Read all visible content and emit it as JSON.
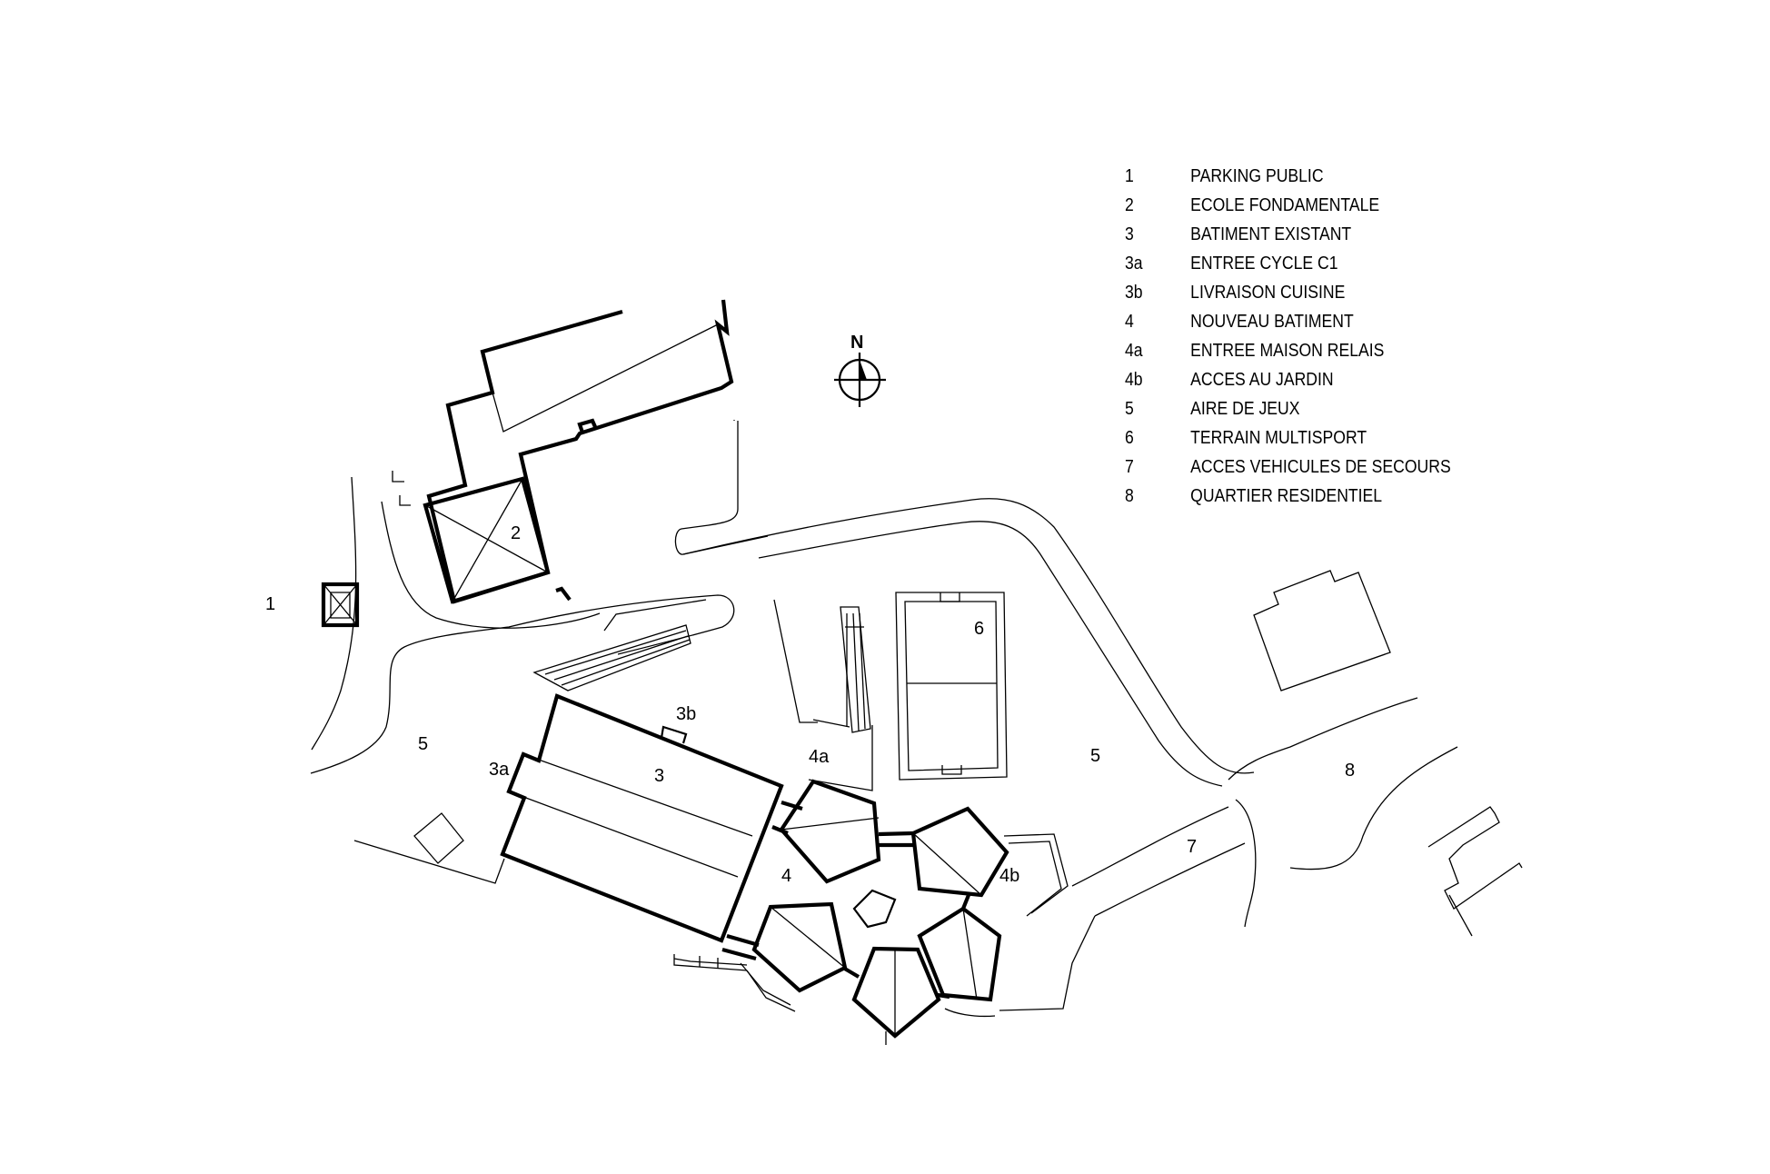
{
  "legend": [
    {
      "id": "1",
      "text": "PARKING PUBLIC"
    },
    {
      "id": "2",
      "text": "ECOLE FONDAMENTALE"
    },
    {
      "id": "3",
      "text": "BATIMENT EXISTANT"
    },
    {
      "id": "3a",
      "text": "ENTREE CYCLE C1"
    },
    {
      "id": "3b",
      "text": "LIVRAISON CUISINE"
    },
    {
      "id": "4",
      "text": "NOUVEAU BATIMENT"
    },
    {
      "id": "4a",
      "text": "ENTREE MAISON RELAIS"
    },
    {
      "id": "4b",
      "text": "ACCES AU JARDIN"
    },
    {
      "id": "5",
      "text": "AIRE DE JEUX"
    },
    {
      "id": "6",
      "text": "TERRAIN MULTISPORT"
    },
    {
      "id": "7",
      "text": "ACCES VEHICULES DE SECOURS"
    },
    {
      "id": "8",
      "text": "QUARTIER RESIDENTIEL"
    }
  ],
  "north_arrow": {
    "label": "N"
  },
  "map_labels": {
    "parking": "1",
    "ecole": "2",
    "batiment": "3",
    "entree_c1": "3a",
    "livraison": "3b",
    "nouveau": "4",
    "entree_relais": "4a",
    "jardin": "4b",
    "jeux_west": "5",
    "jeux_east": "5",
    "terrain": "6",
    "secours": "7",
    "residentiel": "8"
  }
}
